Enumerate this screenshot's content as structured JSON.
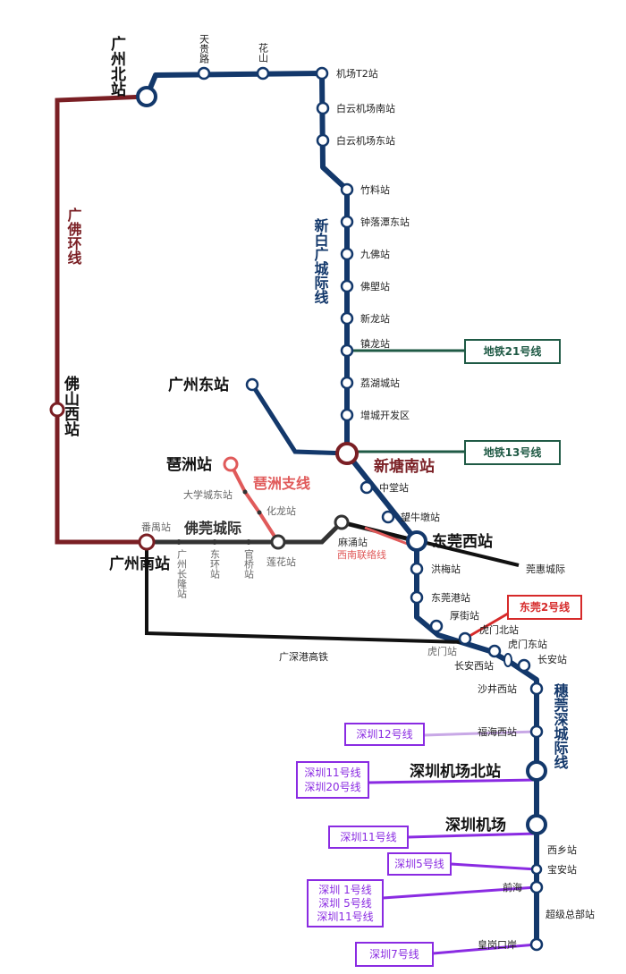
{
  "stations": {
    "guangzhou_north": "广州北站",
    "tiangui_road": "天贵路",
    "huashan": "花山",
    "airport_t2": "机场T2站",
    "baiyun_airport_south": "白云机场南站",
    "baiyun_airport_east": "白云机场东站",
    "zhuliao": "竹料站",
    "zhongluotan_east": "钟落潭东站",
    "jiufo": "九佛站",
    "fotang": "佛塱站",
    "xinlong": "新龙站",
    "zhenlong": "镇龙站",
    "lihu_city": "荔湖城站",
    "zengcheng_dev": "增城开发区",
    "guangzhou_east": "广州东站",
    "xintang_south": "新塘南站",
    "zhongtang": "中堂站",
    "wangniudun": "望牛墩站",
    "dongguan_west": "东莞西站",
    "pazhou": "琶洲站",
    "university_town_east": "大学城东站",
    "hualong": "化龙站",
    "panyu": "番禺站",
    "guangzhou_south": "广州南站",
    "changlong": "广州长隆站",
    "donghuan": "东环站",
    "guanqiao": "官桥站",
    "lianhua": "莲花站",
    "machong": "麻涌站",
    "foshan_west": "佛山西站",
    "hongmei": "洪梅站",
    "dongguan_port": "东莞港站",
    "houjie": "厚街站",
    "humen_north": "虎门北站",
    "humen": "虎门站",
    "humen_east": "虎门东站",
    "changan": "长安站",
    "changan_west": "长安西站",
    "shajing_west": "沙井西站",
    "fuhai_west": "福海西站",
    "sz_airport_north": "深圳机场北站",
    "sz_airport": "深圳机场",
    "xixiang": "西乡站",
    "baoan": "宝安站",
    "qianhai": "前海",
    "hq_station": "超级总部站",
    "huanggang": "皇岗口岸"
  },
  "lines": {
    "guangfo_ring": "广佛环线",
    "xinbai_guang": "新白广城际线",
    "pazhou_branch": "琶洲支线",
    "fo_guan": "佛莞城际",
    "xinan_link": "西南联络线",
    "guanhui": "莞惠城际",
    "gsg_hsr": "广深港高铁",
    "suiguan_shen": "穗莞深城际线"
  },
  "transfers": {
    "metro21": "地铁21号线",
    "metro13": "地铁13号线",
    "dongguan2": "东莞2号线",
    "sz12": "深圳12号线",
    "sz11_20_a": "深圳11号线",
    "sz11_20_b": "深圳20号线",
    "sz11": "深圳11号线",
    "sz5": "深圳5号线",
    "sz1_5_11_a": "深圳 1号线",
    "sz1_5_11_b": "深圳 5号线",
    "sz1_5_11_c": "深圳11号线",
    "sz7": "深圳7号线"
  },
  "colors": {
    "main_blue": "#13386b",
    "guangfo_red": "#7a1f24",
    "pazhou_red": "#e05a5a",
    "dark_line": "#333333",
    "green": "#1f5a45",
    "purple": "#8a2be2",
    "dongguan2_red": "#d62a2a"
  }
}
